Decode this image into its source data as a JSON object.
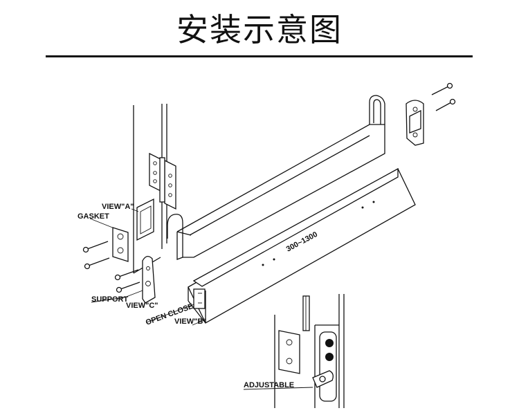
{
  "title": "安装示意图",
  "labels": {
    "view_a": "VIEW\"A\"",
    "gasket": "GASKET",
    "support": "SUPPORT",
    "view_c": "VIEW\"C\"",
    "open_close": "OPEN CLOSE",
    "view_b": "VIEW\"B\"",
    "dimension": "300~1300",
    "adjustable": "ADJUSTABLE"
  }
}
